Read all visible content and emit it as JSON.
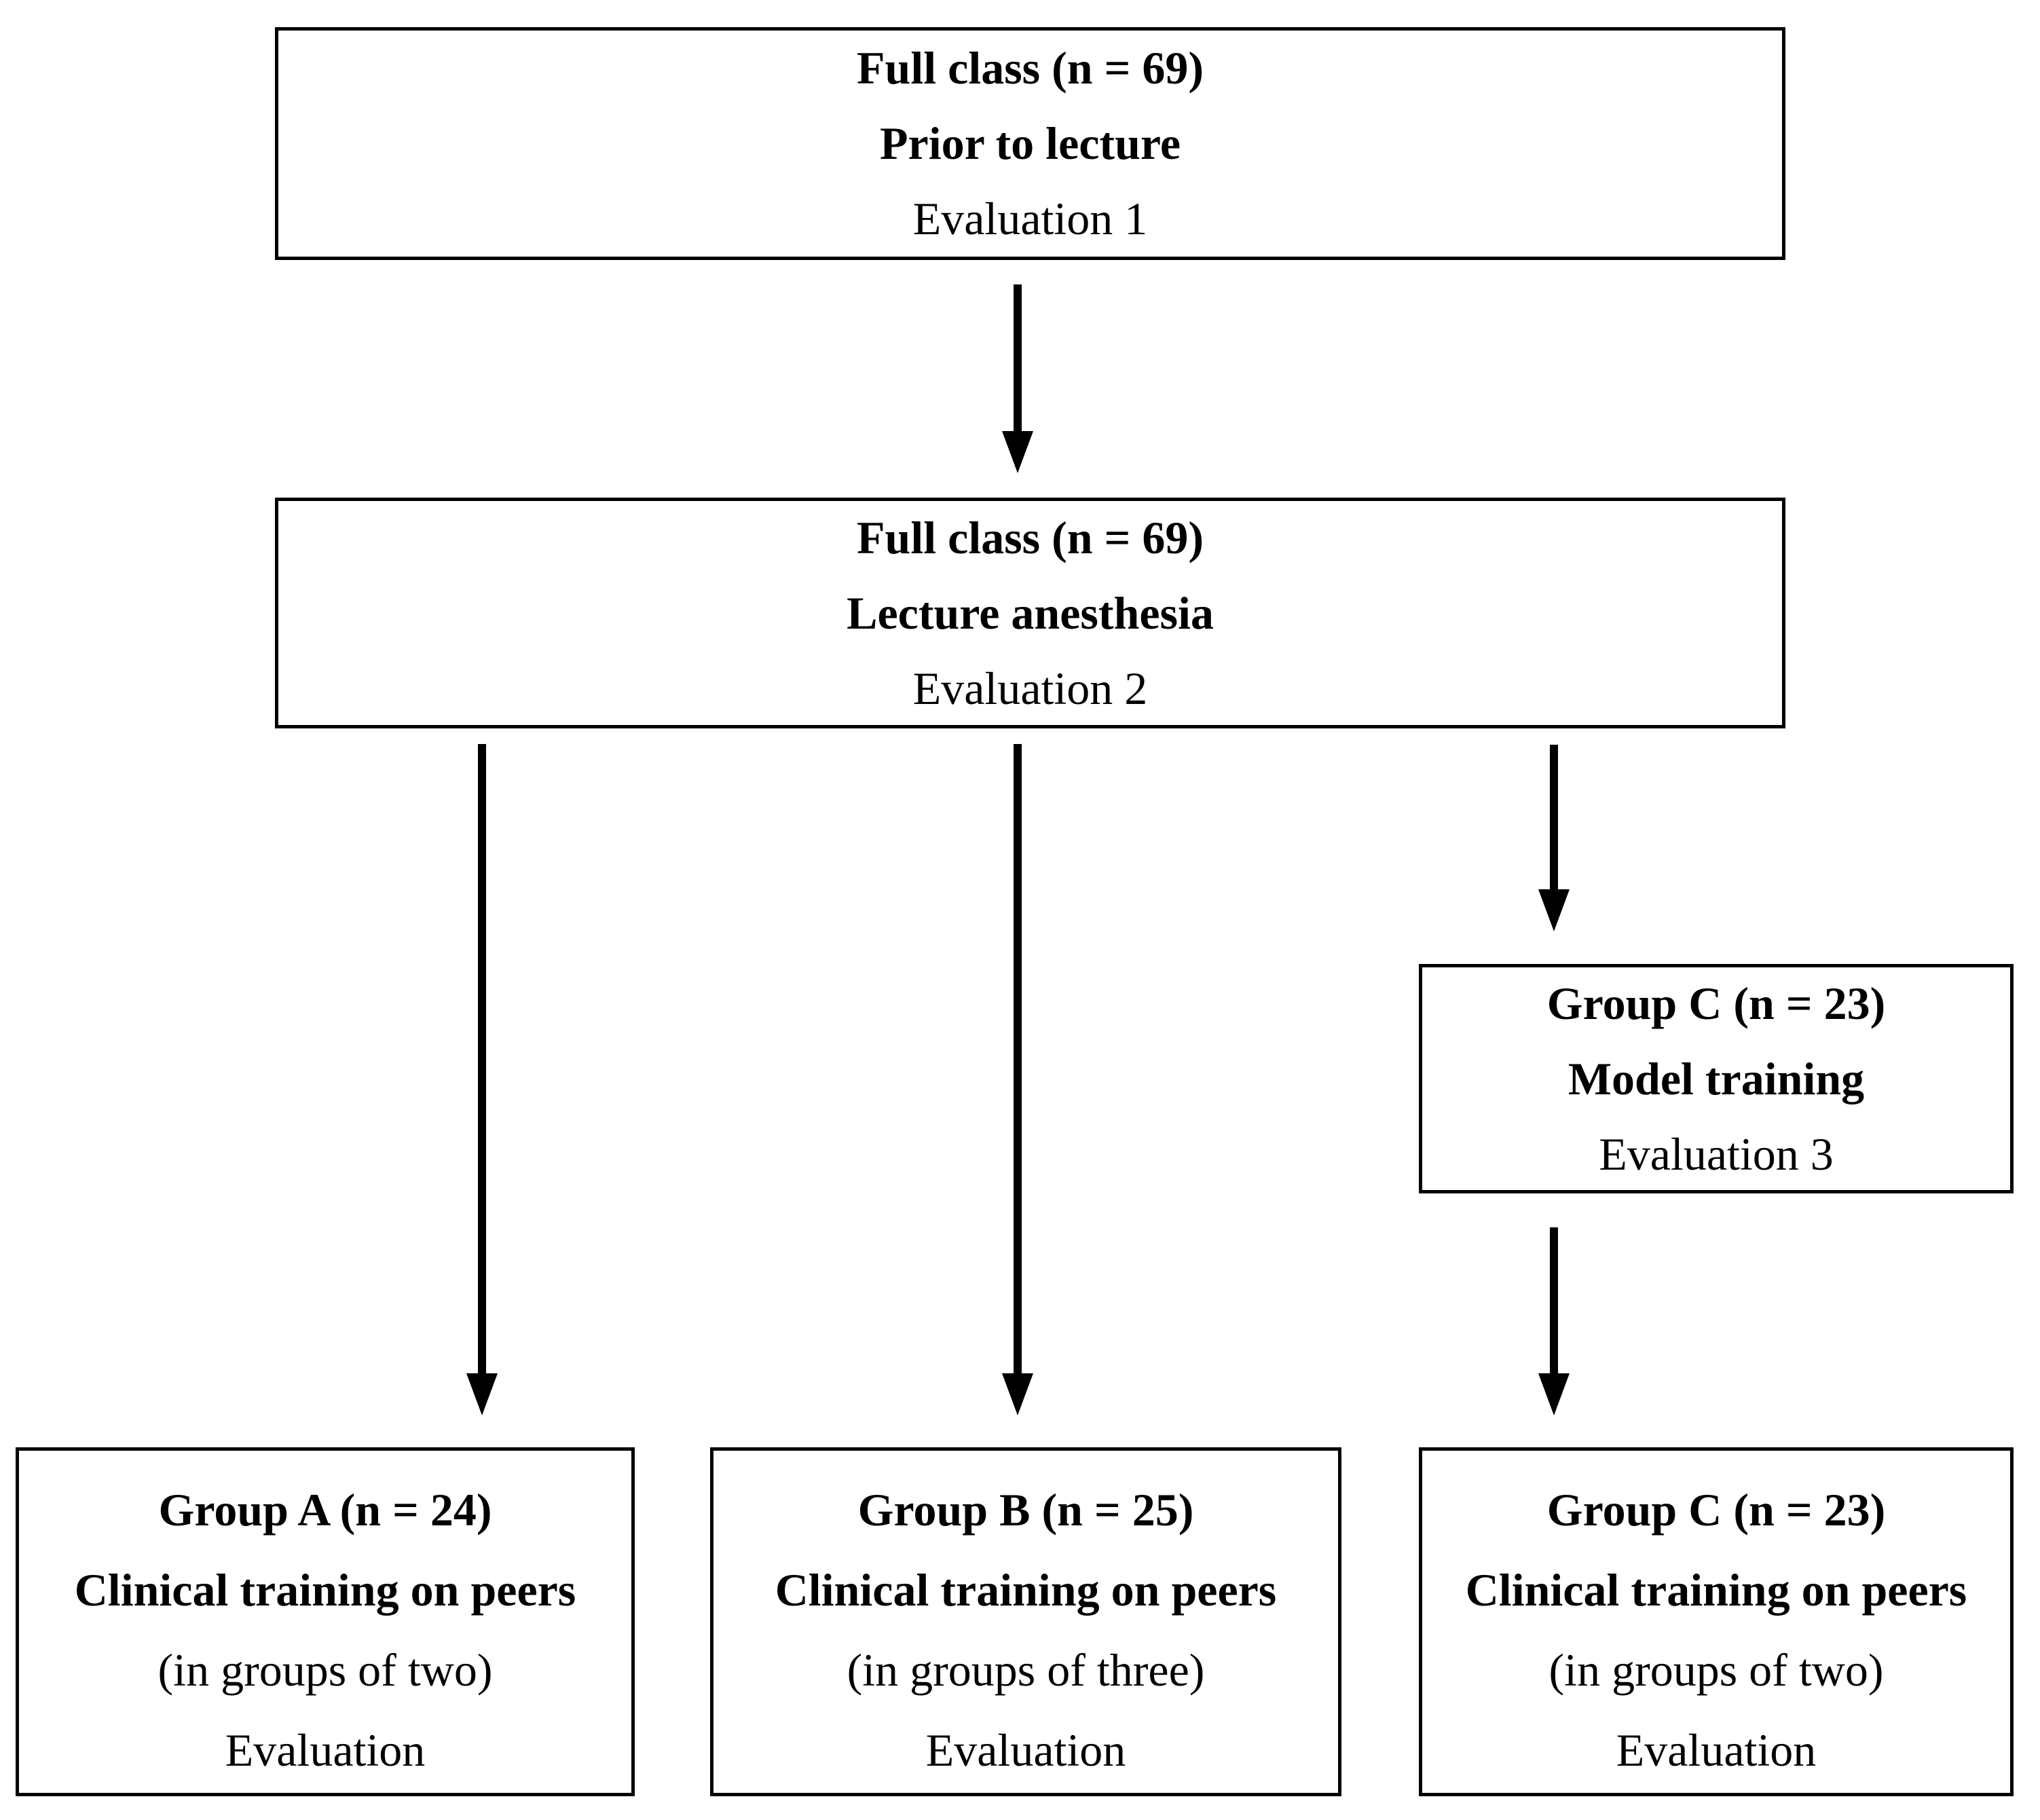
{
  "page": {
    "background_color": "#ffffff",
    "line_color": "#000000",
    "text_color": "#000000"
  },
  "flowchart": {
    "top_box": {
      "line1": "Full class (n = 69)",
      "line2": "Prior to lecture",
      "line3": "Evaluation 1"
    },
    "lecture_box": {
      "line1": "Full class (n = 69)",
      "line2": "Lecture anesthesia",
      "line3": "Evaluation 2"
    },
    "model_box": {
      "line1": "Group C (n = 23)",
      "line2": "Model training",
      "line3": "Evaluation 3"
    },
    "group_a_box": {
      "line1": "Group A (n = 24)",
      "line2": "Clinical training on peers",
      "line3": "(in groups of two)",
      "line4": "Evaluation"
    },
    "group_b_box": {
      "line1": "Group B (n = 25)",
      "line2": "Clinical training on peers",
      "line3": "(in groups of three)",
      "line4": "Evaluation"
    },
    "group_c_box": {
      "line1": "Group C (n = 23)",
      "line2": "Clinical training on peers",
      "line3": "(in groups of two)",
      "line4": "Evaluation"
    }
  }
}
